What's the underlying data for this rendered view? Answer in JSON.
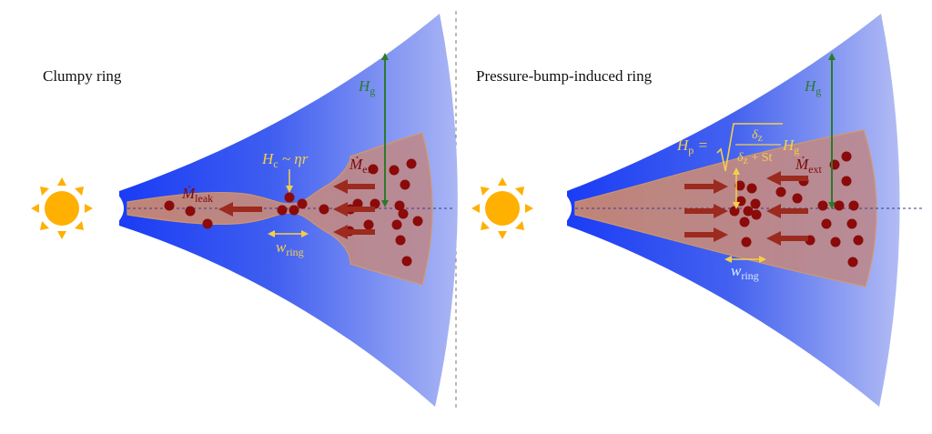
{
  "panels": [
    {
      "title": "Clumpy ring"
    },
    {
      "title": "Pressure-bump-induced ring"
    }
  ],
  "labels": {
    "hg_main": "H",
    "hg_sub": "g",
    "mext_main": "Ṁ",
    "mext_sub": "ext",
    "mleak_main": "Ṁ",
    "mleak_sub": "leak",
    "hc_main": "H",
    "hc_sub": "c",
    "hc_rhs": " ~ ηr",
    "wring_main": "w",
    "wring_sub": "ring",
    "hp_main": "H",
    "hp_sub": "p",
    "hp_eq": " =",
    "frac_num": "δ",
    "frac_num_sub": "z",
    "frac_den": "δ",
    "frac_den_sub": "z",
    "frac_den_rest": " + St"
  },
  "colors": {
    "disk_dark": "#1f3ff0",
    "disk_light": "#aeb9f3",
    "dust_fill": "#c9907e",
    "dust_edge": "#d49a6a",
    "particle": "#8b0a0a",
    "arrow": "#9c2a1e",
    "height_arrow": "#2b7a2b",
    "annotation": "#f5cf4a",
    "sun": "#ffb000",
    "midplane": "#3a3a8a"
  },
  "icons": [
    "sun-icon",
    "sun-icon"
  ]
}
